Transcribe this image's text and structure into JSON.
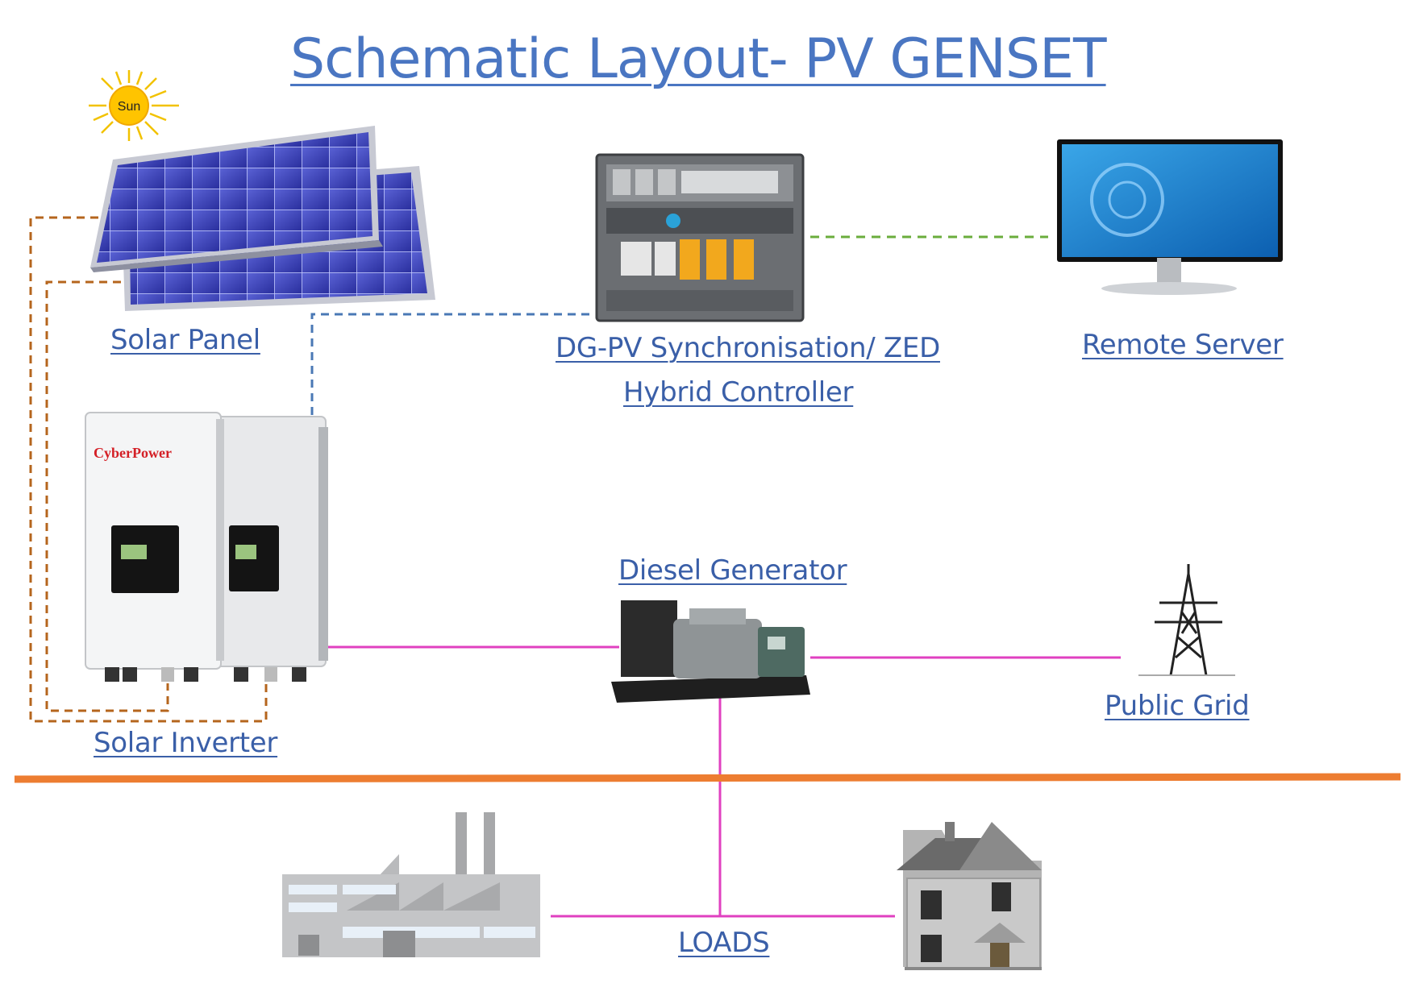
{
  "title": "Schematic Layout- PV GENSET",
  "sun_label": "Sun",
  "brand_text": "CyberPower",
  "labels": {
    "solar_panel": "Solar Panel",
    "controller_line1": "DG-PV Synchronisation/ ZED",
    "controller_line2": "Hybrid Controller",
    "remote_server": "Remote Server",
    "solar_inverter": "Solar Inverter",
    "diesel_generator": "Diesel Generator",
    "public_grid": "Public Grid",
    "loads": "LOADS"
  },
  "colors": {
    "title": "#4a76c2",
    "label": "#3a5fa8",
    "dc_line": "#b5651d",
    "data_line_blue": "#4a78b5",
    "data_line_green": "#6aad3c",
    "ac_line": "#e040c0",
    "divider": "#ed7d31"
  }
}
